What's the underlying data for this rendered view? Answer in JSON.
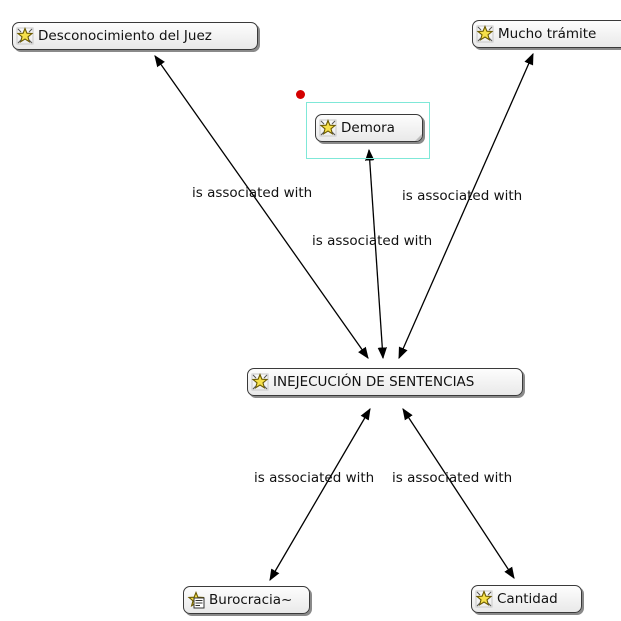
{
  "nodes": {
    "desconocimiento": {
      "label": "Desconocimiento del Juez",
      "icon": "code-star-icon"
    },
    "mucho_tramite": {
      "label": "Mucho trámite",
      "icon": "code-star-icon"
    },
    "demora": {
      "label": "Demora",
      "icon": "code-star-icon"
    },
    "inejecucion": {
      "label": "INEJECUCIÓN DE SENTENCIAS",
      "icon": "code-star-icon"
    },
    "burocracia": {
      "label": "Burocracia~",
      "icon": "code-memo-icon"
    },
    "cantidad": {
      "label": "Cantidad",
      "icon": "code-star-icon"
    }
  },
  "edges": [
    {
      "from": "desconocimiento",
      "to": "inejecucion",
      "label": "is associated with",
      "directed": "both"
    },
    {
      "from": "demora",
      "to": "inejecucion",
      "label": "is associated with",
      "directed": "both"
    },
    {
      "from": "mucho_tramite",
      "to": "inejecucion",
      "label": "is associated with",
      "directed": "both"
    },
    {
      "from": "inejecucion",
      "to": "burocracia",
      "label": "is associated with",
      "directed": "both"
    },
    {
      "from": "inejecucion",
      "to": "cantidad",
      "label": "is associated with",
      "directed": "both"
    }
  ],
  "colors": {
    "edge": "#000000",
    "selection": "#7fe8d8",
    "marker": "#d40000",
    "icon_fill": "#f6e04a",
    "icon_stroke": "#6b5a00"
  }
}
